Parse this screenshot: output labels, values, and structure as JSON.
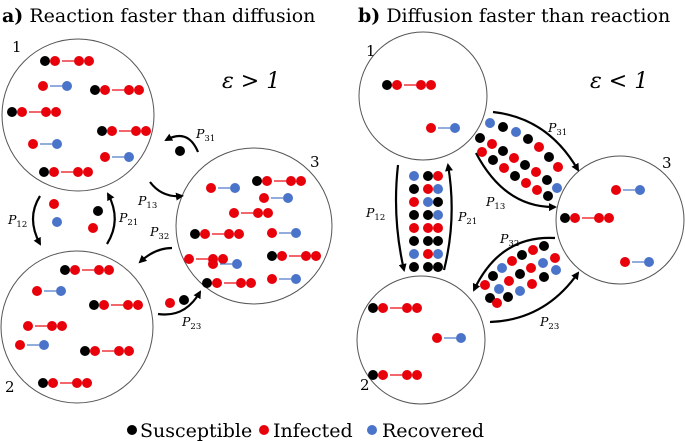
{
  "panels": [
    {
      "letter": "a)",
      "title": "Reaction faster than diffusion",
      "regime": "ε > 1",
      "nodes": [
        "1",
        "2",
        "3"
      ],
      "edges": [
        {
          "sym": "P",
          "sub": "31"
        },
        {
          "sym": "P",
          "sub": "13"
        },
        {
          "sym": "P",
          "sub": "12"
        },
        {
          "sym": "P",
          "sub": "21"
        },
        {
          "sym": "P",
          "sub": "32"
        },
        {
          "sym": "P",
          "sub": "23"
        }
      ]
    },
    {
      "letter": "b)",
      "title": "Diffusion faster than reaction",
      "regime": "ε < 1",
      "nodes": [
        "1",
        "2",
        "3"
      ],
      "edges": [
        {
          "sym": "P",
          "sub": "31"
        },
        {
          "sym": "P",
          "sub": "13"
        },
        {
          "sym": "P",
          "sub": "12"
        },
        {
          "sym": "P",
          "sub": "21"
        },
        {
          "sym": "P",
          "sub": "32"
        },
        {
          "sym": "P",
          "sub": "23"
        }
      ]
    }
  ],
  "legend": [
    {
      "label": "Susceptible",
      "color": "#000000"
    },
    {
      "label": "Infected",
      "color": "#e8000b"
    },
    {
      "label": "Recovered",
      "color": "#4a74c9"
    }
  ],
  "colors": {
    "susceptible": "#000000",
    "infected": "#e8000b",
    "recovered": "#4a74c9",
    "outline": "#555555"
  }
}
